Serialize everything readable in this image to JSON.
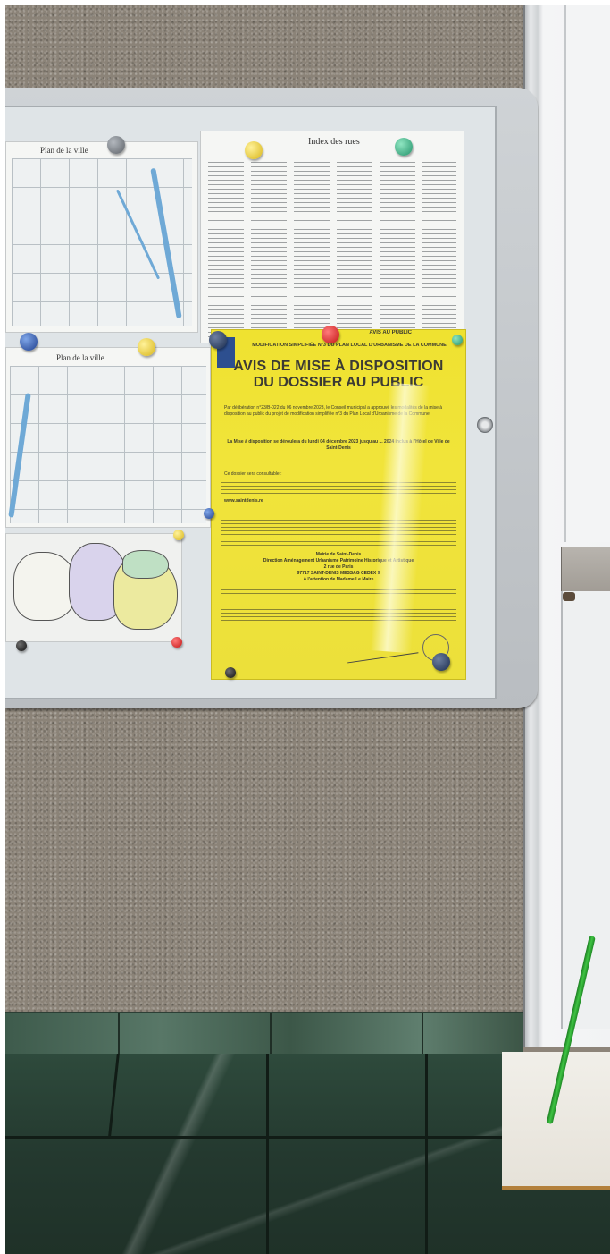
{
  "photo": {
    "subject": "Notice board on a wall with a yellow public notice poster"
  },
  "board": {
    "map_sheet_title": "Plan de la ville",
    "map_sheet2_title": "Plan de la ville",
    "index_sheet_title": "Index des rues"
  },
  "poster": {
    "notice_label": "AVIS AU PUBLIC",
    "header": "MODIFICATION SIMPLIFIÉE N°3 DU PLAN LOCAL D'URBANISME DE LA COMMUNE",
    "title_line1": "AVIS DE MISE À DISPOSITION",
    "title_line2": "DU DOSSIER AU PUBLIC",
    "intro": "Par délibération n°23/B-022 du 06 novembre 2023, le Conseil municipal a approuvé les modalités de la mise à disposition au public du projet de modification simplifiée n°3 du Plan Local d'Urbanisme de la Commune.",
    "period": "La Mise à disposition se déroulera du lundi 04 décembre 2023 jusqu'au ... 2024 inclus à l'Hôtel de Ville de Saint-Denis",
    "consult": "Ce dossier sera consultable :",
    "address_line1": "Mairie de Saint-Denis",
    "address_line2": "Direction Aménagement Urbanisme Patrimoine Historique et Artistique",
    "address_line3": "2 rue de Paris",
    "address_line4": "97717 SAINT-DENIS MESSAG CEDEX 9",
    "address_line5": "A l'attention de Madame Le Maire",
    "website": "www.saintdenis.re"
  }
}
